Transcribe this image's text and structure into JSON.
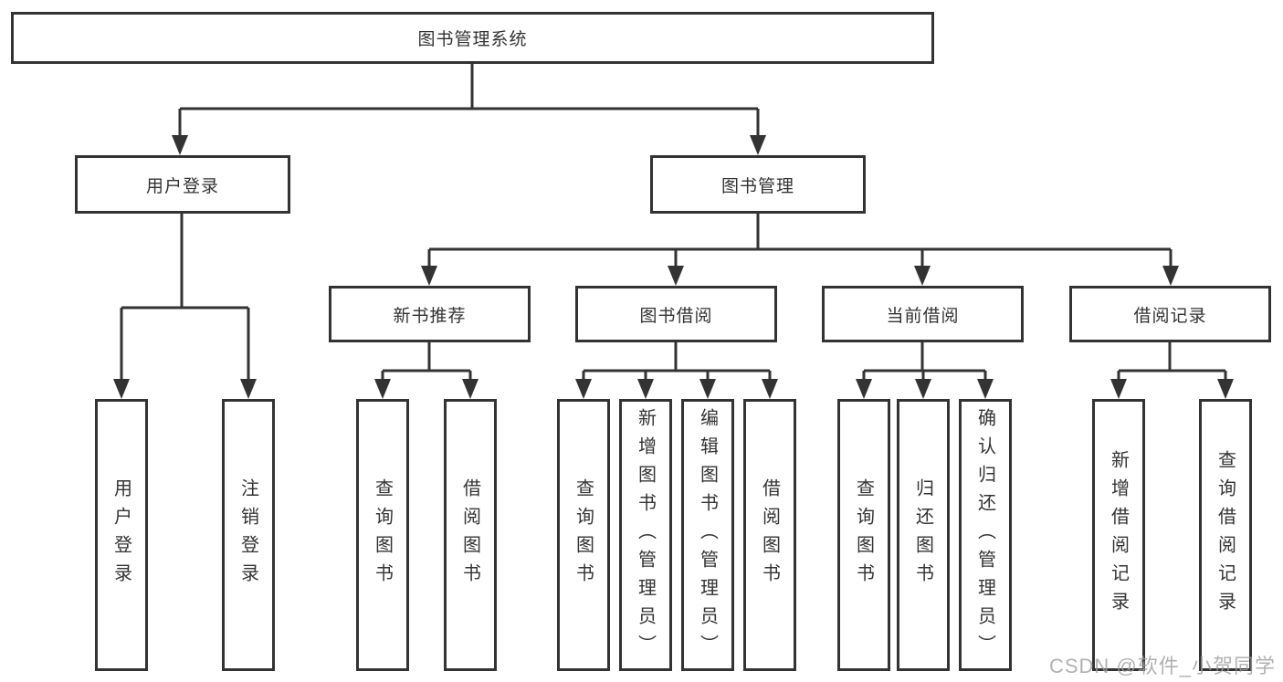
{
  "nodes": {
    "root": "图书管理系统",
    "user_login": {
      "label": "用户登录",
      "leaves": [
        "用户登录",
        "注销登录"
      ]
    },
    "book_management": {
      "label": "图书管理"
    },
    "modules": [
      {
        "label": "新书推荐",
        "leaves": [
          "查询图书",
          "借阅图书"
        ]
      },
      {
        "label": "图书借阅",
        "leaves": [
          "查询图书",
          "新增图书（管理员）",
          "编辑图书（管理员）",
          "借阅图书"
        ]
      },
      {
        "label": "当前借阅",
        "leaves": [
          "查询图书",
          "归还图书",
          "确认归还（管理员）"
        ]
      },
      {
        "label": "借阅记录",
        "leaves": [
          "新增借阅记录",
          "查询借阅记录"
        ]
      }
    ]
  },
  "watermark": "CSDN @软件_小贺同学",
  "colors": {
    "line": "#333333",
    "text": "#333333",
    "box_background": "#ffffff",
    "watermark": "#9e9e9e",
    "background": "#ffffff"
  }
}
